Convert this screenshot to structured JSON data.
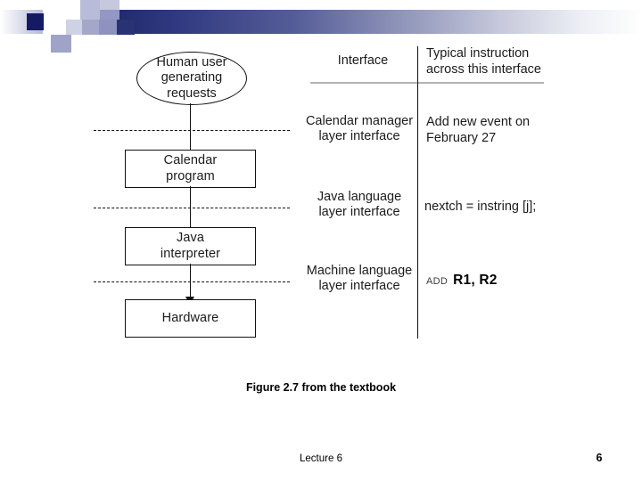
{
  "slide": {
    "caption": "Figure 2.7 from the textbook",
    "footer_label": "Lecture 6",
    "page_number": "6",
    "accent_dark": "#151a64",
    "accent_mid": "#8e92be",
    "accent_light": "#c6c8de"
  },
  "figure": {
    "headers": {
      "interface": "Interface",
      "instruction": "Typical instruction\nacross this interface"
    },
    "nodes": [
      {
        "id": "human-user",
        "shape": "ellipse",
        "label": "Human user\ngenerating\nrequests"
      },
      {
        "id": "calendar-program",
        "shape": "box",
        "label": "Calendar\nprogram"
      },
      {
        "id": "java-interpreter",
        "shape": "box",
        "label": "Java\ninterpreter"
      },
      {
        "id": "hardware",
        "shape": "box",
        "label": "Hardware"
      }
    ],
    "layers": [
      {
        "id": "calendar-manager",
        "interface": "Calendar manager\nlayer interface",
        "instruction_plain": "Add new event on\nFebruary 27",
        "instruction_op": "",
        "instruction_args": ""
      },
      {
        "id": "java-language",
        "interface": "Java language\nlayer interface",
        "instruction_plain": "nextch = instring [j];",
        "instruction_op": "",
        "instruction_args": ""
      },
      {
        "id": "machine-language",
        "interface": "Machine language\nlayer interface",
        "instruction_plain": "",
        "instruction_op": "ADD",
        "instruction_args": "R1, R2"
      }
    ]
  }
}
